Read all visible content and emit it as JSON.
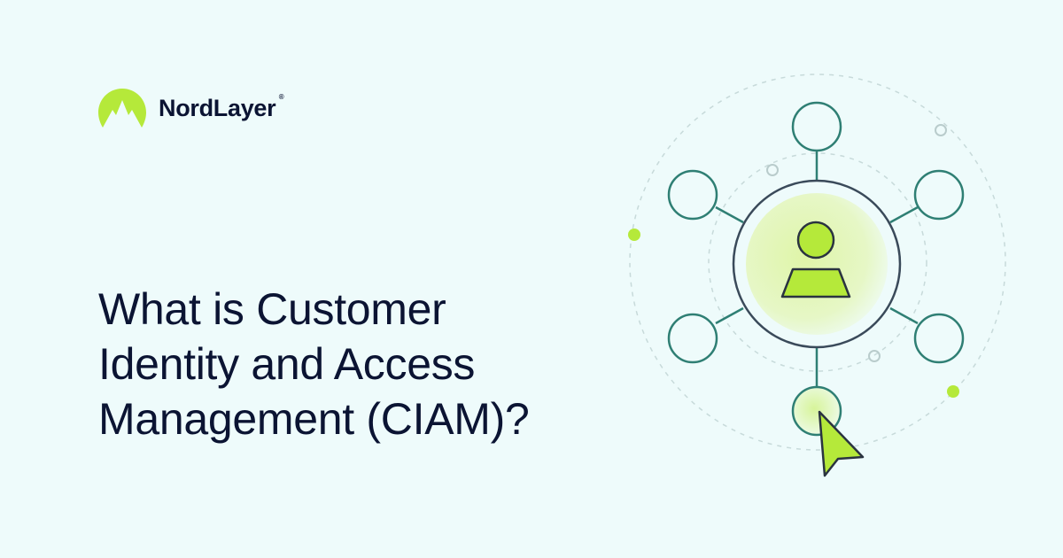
{
  "brand": {
    "name": "NordLayer",
    "registered": "®"
  },
  "headline": {
    "lines": [
      "What is Customer",
      "Identity and Access",
      "Management (CIAM)?"
    ]
  },
  "colors": {
    "background": "#eefbfb",
    "text": "#0b1433",
    "accent": "#b5e93a",
    "node_stroke": "#2f7f74",
    "hub_stroke": "#3a4a5a",
    "dashed": "#c7dada"
  },
  "icons": {
    "logo": "mountain-logo-icon",
    "user": "user-icon",
    "cursor": "cursor-arrow-icon"
  }
}
